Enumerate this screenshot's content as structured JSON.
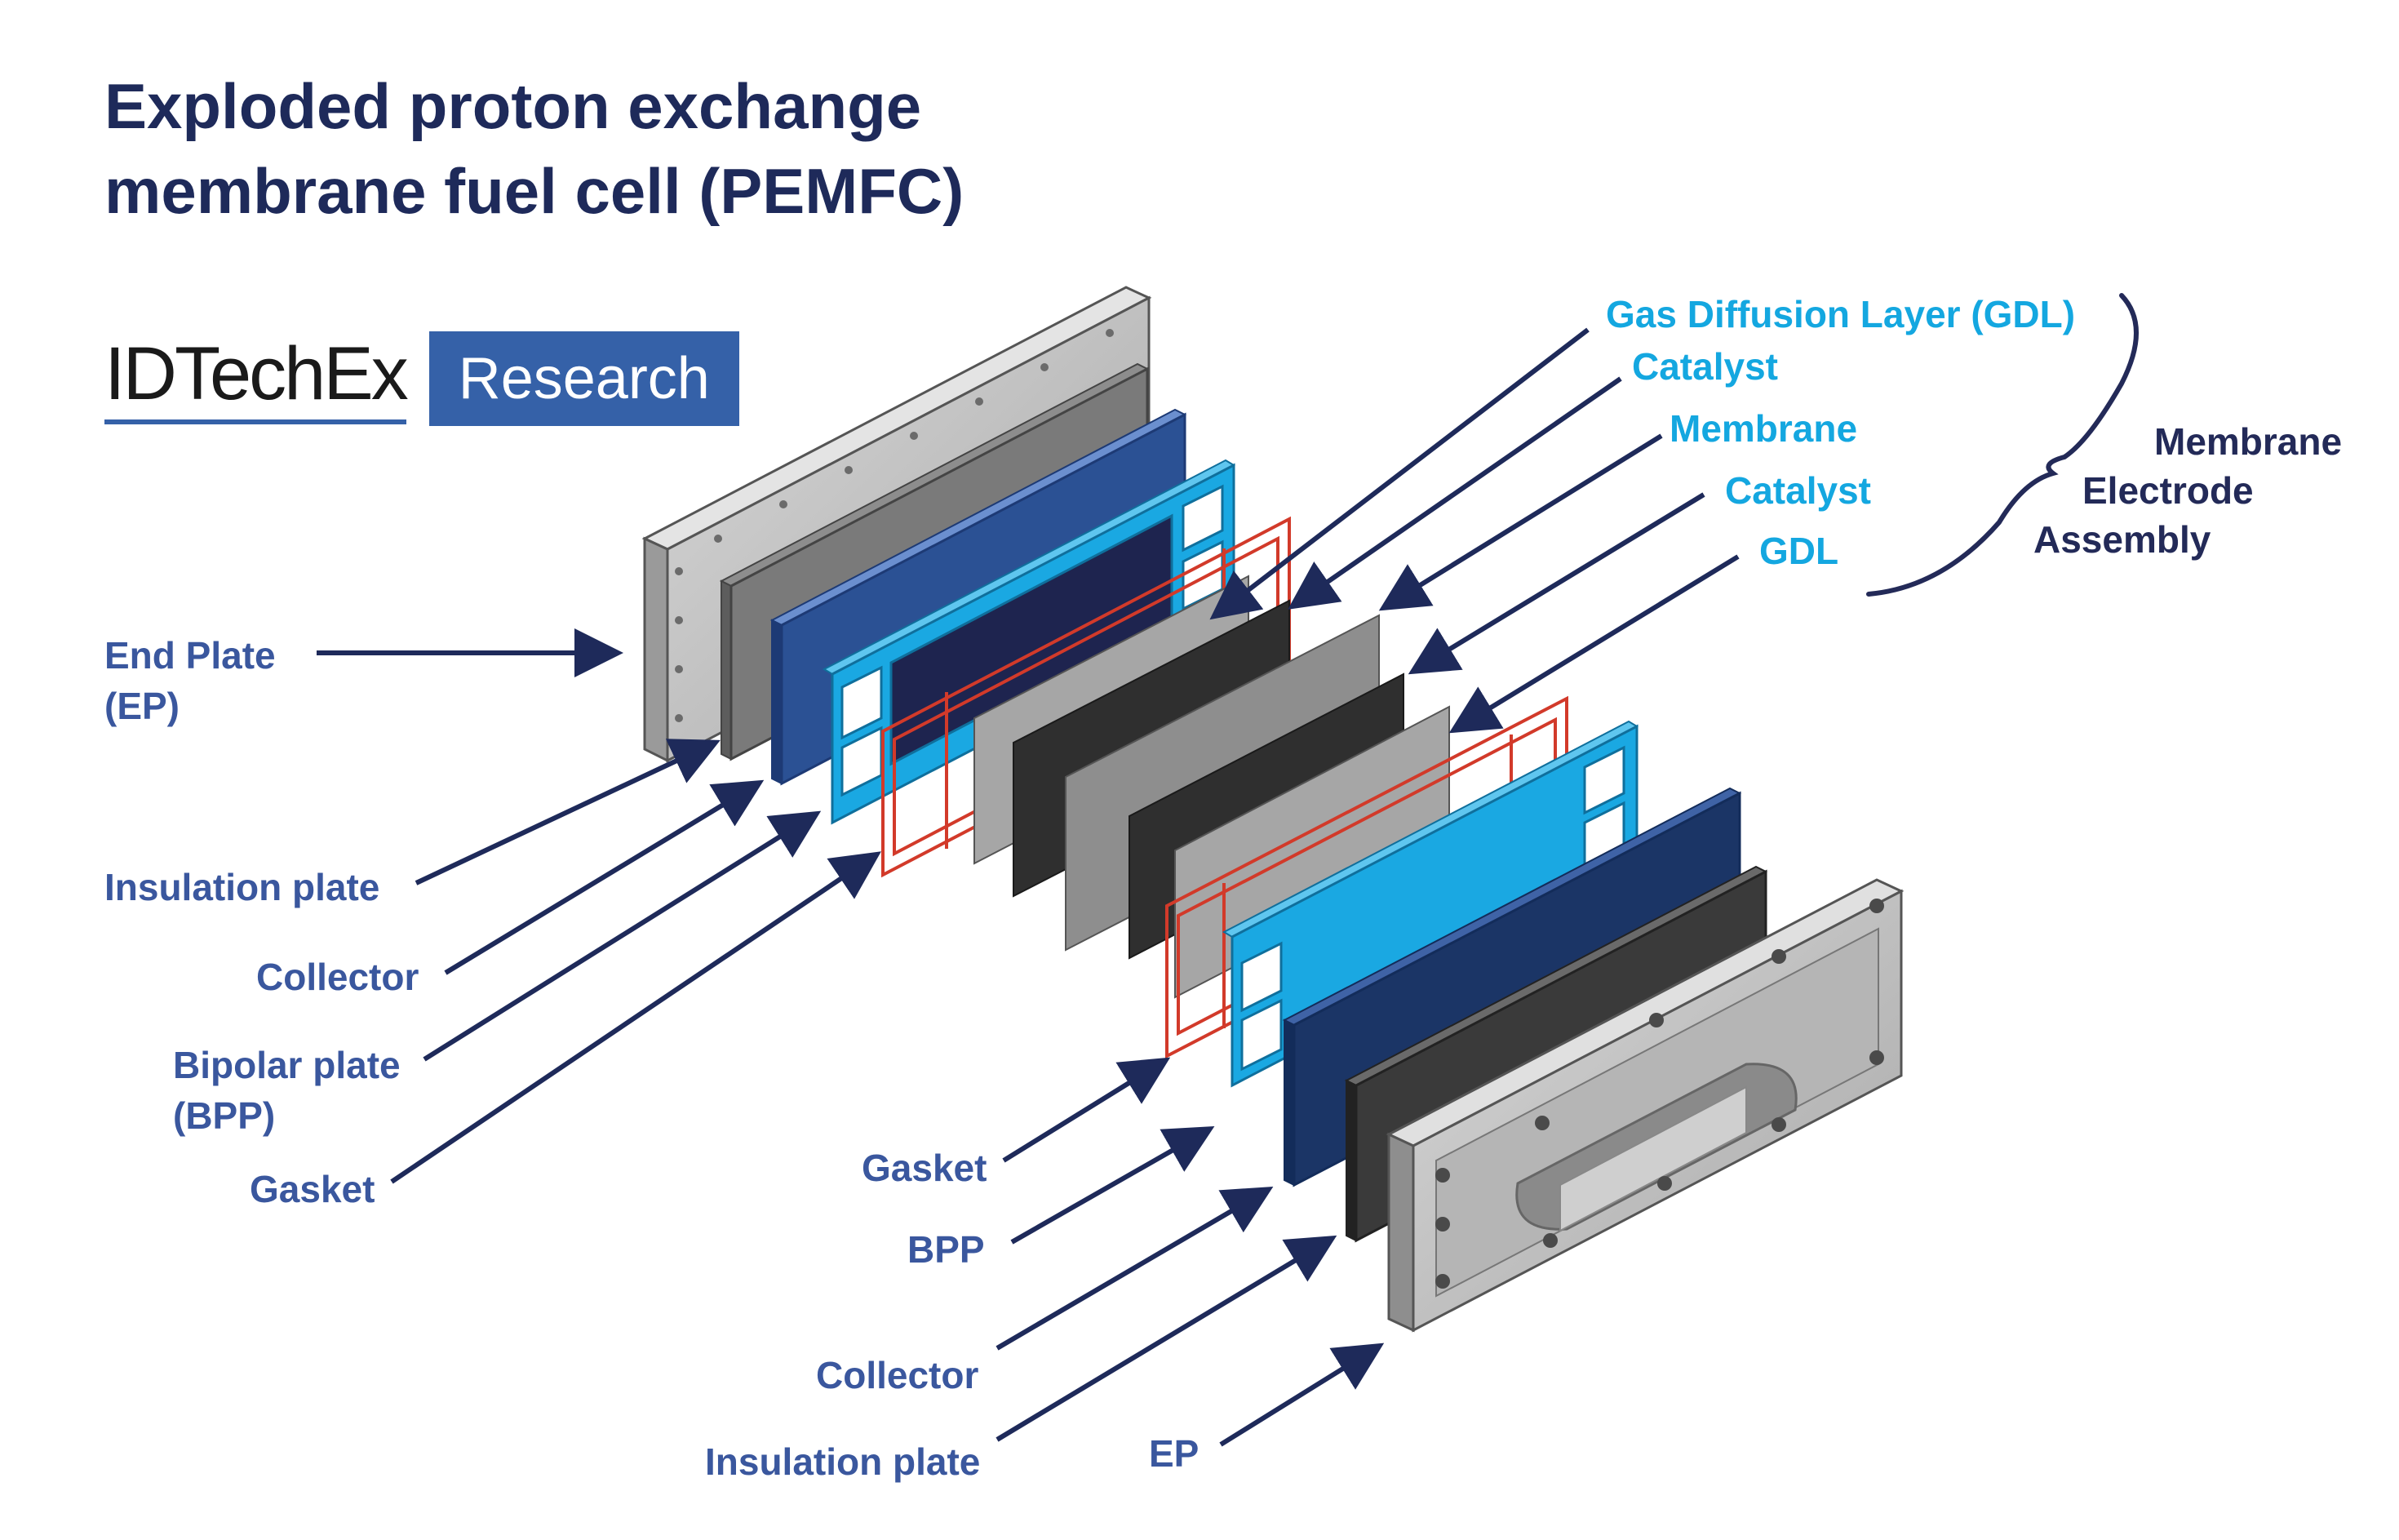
{
  "title": {
    "line1": "Exploded proton exchange",
    "line2": "membrane fuel cell (PEMFC)"
  },
  "logo": {
    "word": "IDTechEx",
    "box": "Research"
  },
  "labels": {
    "left_end_plate_1": "End Plate",
    "left_end_plate_2": "(EP)",
    "left_insulation": "Insulation plate",
    "left_collector": "Collector",
    "left_bipolar_1": "Bipolar plate",
    "left_bipolar_2": "(BPP)",
    "left_gasket": "Gasket",
    "mea_gdl_top": "Gas Diffusion Layer (GDL)",
    "mea_catalyst_top": "Catalyst",
    "mea_membrane": "Membrane",
    "mea_catalyst_bottom": "Catalyst",
    "mea_gdl_bottom": "GDL",
    "mea_group_1": "Membrane",
    "mea_group_2": "Electrode",
    "mea_group_3": "Assembly",
    "right_gasket": "Gasket",
    "right_bpp": "BPP",
    "right_collector": "Collector",
    "right_insulation": "Insulation plate",
    "right_ep": "EP"
  },
  "colors": {
    "title": "#1e2a5a",
    "label_blue": "#3a579e",
    "label_cyan": "#14a7e0",
    "arrow": "#1e2a5a",
    "logo_blue": "#3561a8",
    "gasket_red": "#d23a2a",
    "bpp_cyan": "#1aa8e2",
    "collector_blue": "#2b5194"
  }
}
